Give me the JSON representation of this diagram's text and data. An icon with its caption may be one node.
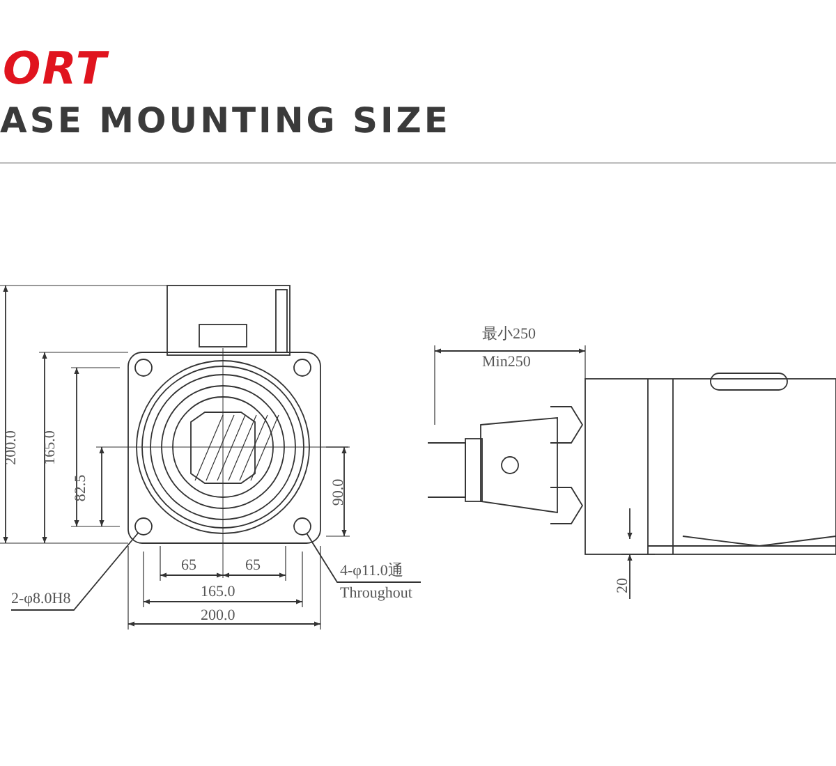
{
  "diagram": {
    "title": "ORT",
    "nodes": [
      {
        "text": [
          "2-φ8.0H8"
        ]
      },
      {
        "text": [],
        "shape": "circle"
      },
      {
        "text": [
          "4-φ11.0通 Throughout"
        ]
      },
      {
        "text": [],
        "shape": "circle"
      }
    ],
    "edges": [
      {
        "from": 0,
        "to": 1,
        "arrow": "none"
      },
      {
        "from": 2,
        "to": 3,
        "arrow": "none"
      }
    ],
    "labels": [
      "ASE MOUNTING SIZE",
      "200.0",
      "165.0",
      "82.5",
      "90.0",
      "65",
      "65",
      "165.0",
      "200.0",
      "最小250",
      "Min250",
      "20"
    ]
  }
}
